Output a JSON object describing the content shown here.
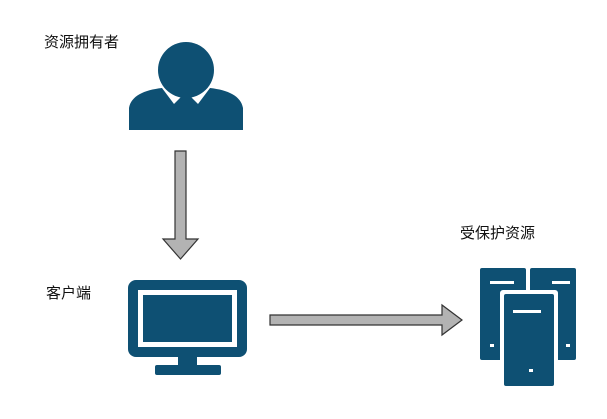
{
  "nodes": {
    "resource_owner": {
      "label": "资源拥有者",
      "icon": "user-icon"
    },
    "client": {
      "label": "客户端",
      "icon": "monitor-icon"
    },
    "protected_resource": {
      "label": "受保护资源",
      "icon": "server-icon"
    }
  },
  "colors": {
    "icon": "#0e5073",
    "arrow_fill": "#b3b3b3",
    "arrow_stroke": "#333333",
    "background": "#ffffff"
  }
}
